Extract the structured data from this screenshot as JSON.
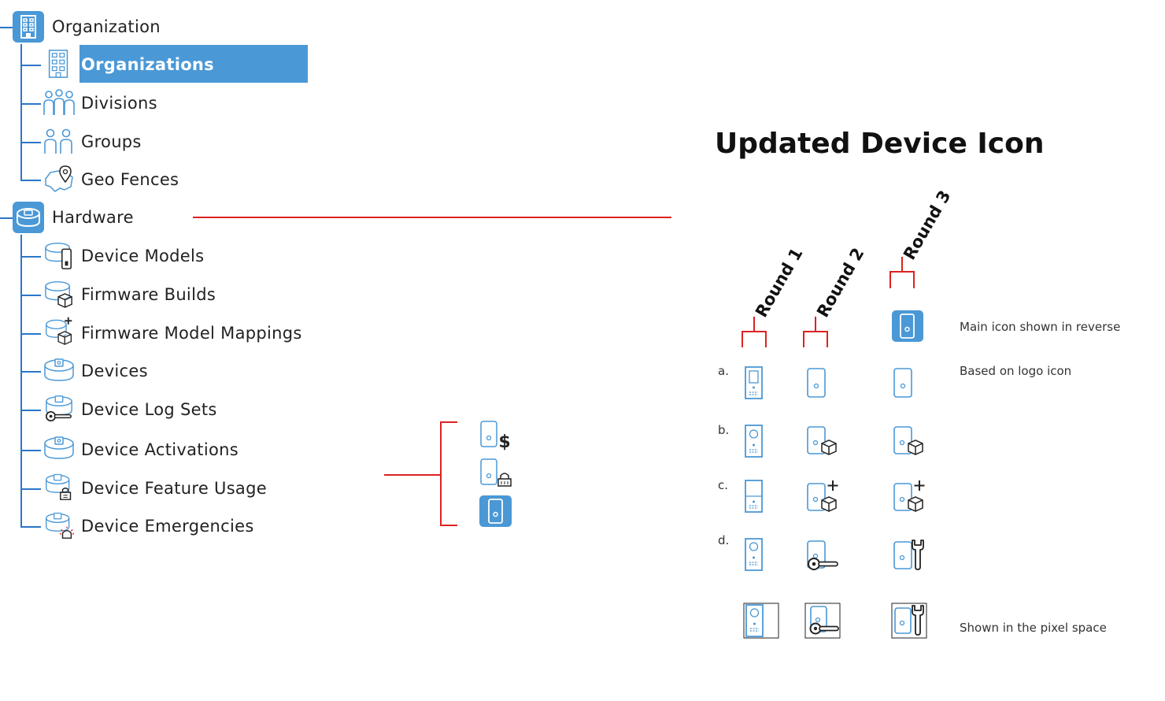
{
  "tree": {
    "organization": {
      "label": "Organization",
      "children": [
        {
          "label": "Organizations",
          "icon": "building-icon",
          "selected": true
        },
        {
          "label": "Divisions",
          "icon": "people-group-icon"
        },
        {
          "label": "Groups",
          "icon": "people-pair-icon"
        },
        {
          "label": "Geo Fences",
          "icon": "map-pin-icon"
        }
      ]
    },
    "hardware": {
      "label": "Hardware",
      "children": [
        {
          "label": "Device Models",
          "icon": "device-model-icon"
        },
        {
          "label": "Firmware Builds",
          "icon": "firmware-build-icon"
        },
        {
          "label": "Firmware Model Mappings",
          "icon": "firmware-mapping-icon"
        },
        {
          "label": "Devices",
          "icon": "device-icon"
        },
        {
          "label": "Device Log Sets",
          "icon": "device-log-icon"
        },
        {
          "label": "Device Activations",
          "icon": "device-activation-icon"
        },
        {
          "label": "Device Feature Usage",
          "icon": "device-feature-icon"
        },
        {
          "label": "Device Emergencies",
          "icon": "device-emergency-icon"
        }
      ]
    }
  },
  "panel": {
    "title": "Updated Device Icon",
    "rounds": [
      "Round 1",
      "Round 2",
      "Round 3"
    ],
    "rows": [
      "a.",
      "b.",
      "c.",
      "d."
    ],
    "notes": {
      "reverse": "Main icon shown in reverse",
      "logo": "Based on logo icon",
      "pixel": "Shown in the pixel space"
    }
  },
  "colors": {
    "accent": "#4a98d6",
    "line": "#2b77c8",
    "connector": "#dd2222"
  }
}
